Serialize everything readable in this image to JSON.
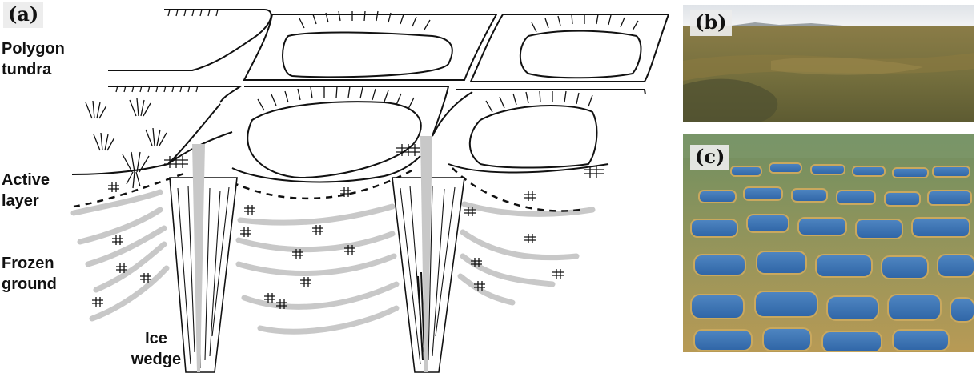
{
  "panels": {
    "a": {
      "label": "(a)"
    },
    "b": {
      "label": "(b)"
    },
    "c": {
      "label": "(c)"
    }
  },
  "labels": {
    "polygon_tundra_1": "Polygon",
    "polygon_tundra_2": "tundra",
    "active_layer_1": "Active",
    "active_layer_2": "layer",
    "frozen_ground_1": "Frozen",
    "frozen_ground_2": "ground",
    "ice_wedge_1": "Ice",
    "ice_wedge_2": "wedge"
  },
  "colors": {
    "line": "#111111",
    "frozen_band": "#c8c8c8",
    "tundra_grass": "#7a7342",
    "sky": "#e9ecef",
    "water": "#3f78b8",
    "rim": "#b79a55",
    "moss": "#5f8a3c"
  }
}
